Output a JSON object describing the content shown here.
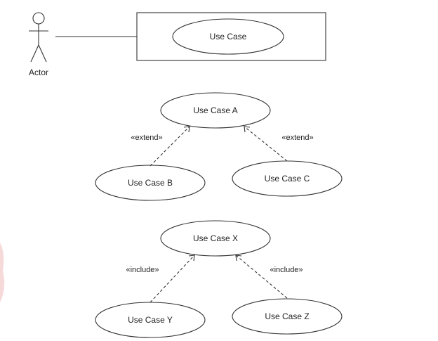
{
  "actor": {
    "label": "Actor",
    "icon": "stick-figure-icon"
  },
  "use_cases": {
    "main": "Use Case",
    "a": "Use Case A",
    "b": "Use Case B",
    "c": "Use Case C",
    "x": "Use Case X",
    "y": "Use Case Y",
    "z": "Use Case Z"
  },
  "stereotypes": {
    "extend_left": "«extend»",
    "extend_right": "«extend»",
    "include_left": "«include»",
    "include_right": "«include»"
  },
  "colors": {
    "stroke": "#333333",
    "text": "#222222",
    "background": "#ffffff"
  }
}
